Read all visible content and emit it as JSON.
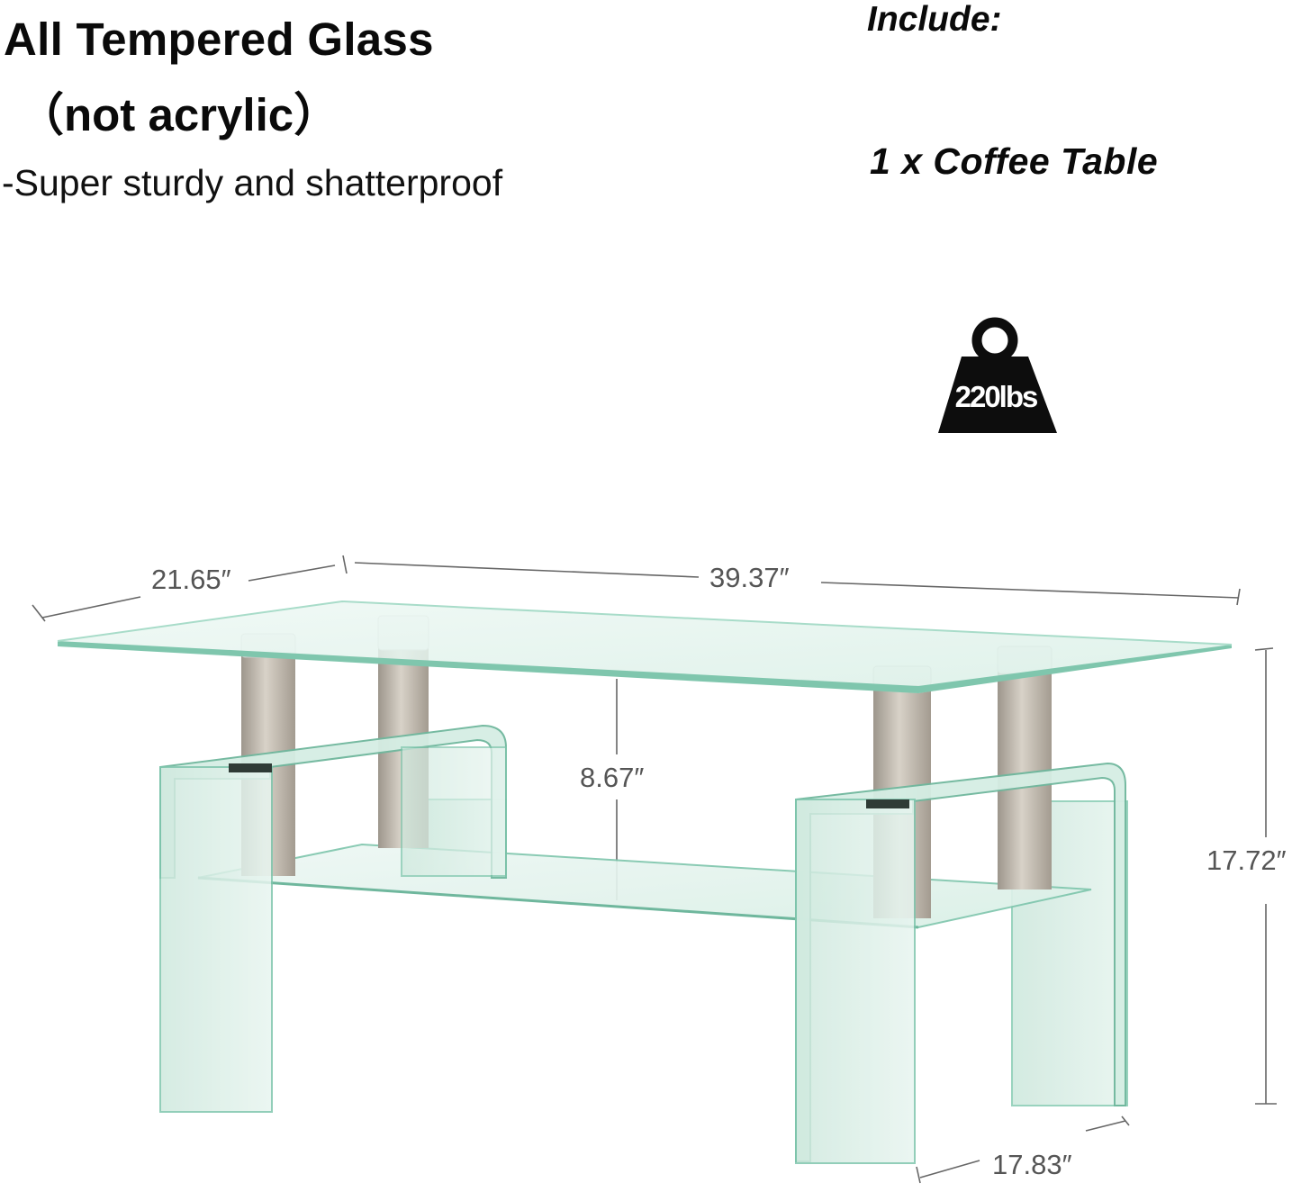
{
  "headline": {
    "line1": "All Tempered Glass",
    "line2": "（not acrylic）"
  },
  "subline": "-Super sturdy  and shatterproof",
  "include": {
    "title": "Include:",
    "item": "1 x Coffee Table"
  },
  "weight_badge": {
    "icon": "weight-icon",
    "label": "220lbs",
    "color": "#0d0d0d"
  },
  "dimensions": {
    "depth": "21.65″",
    "width": "39.37″",
    "shelf_gap": "8.67″",
    "height": "17.72″",
    "leg_depth": "17.83″"
  },
  "colors": {
    "glass_fill": "#e6f4ef",
    "glass_edge": "#7fc6ad",
    "post": "#b7aea2",
    "dimension_line": "#666666"
  }
}
